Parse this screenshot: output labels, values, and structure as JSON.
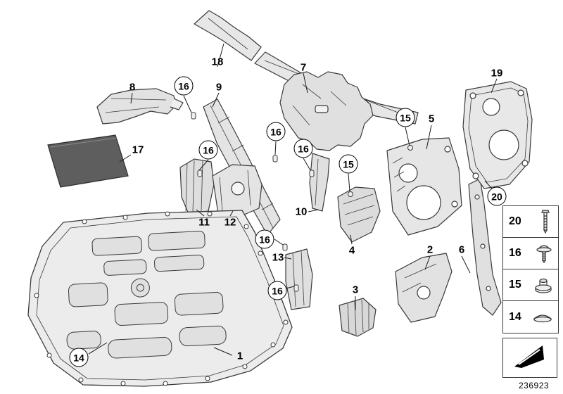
{
  "doc_number": "236923",
  "callouts": [
    {
      "text": "18",
      "circled": false
    },
    {
      "text": "8",
      "circled": false
    },
    {
      "text": "16",
      "circled": true
    },
    {
      "text": "9",
      "circled": false
    },
    {
      "text": "7",
      "circled": false
    },
    {
      "text": "19",
      "circled": false
    },
    {
      "text": "16",
      "circled": true
    },
    {
      "text": "16",
      "circled": true
    },
    {
      "text": "16",
      "circled": true
    },
    {
      "text": "15",
      "circled": true
    },
    {
      "text": "5",
      "circled": false
    },
    {
      "text": "15",
      "circled": true
    },
    {
      "text": "17",
      "circled": false
    },
    {
      "text": "11",
      "circled": false
    },
    {
      "text": "12",
      "circled": false
    },
    {
      "text": "10",
      "circled": false
    },
    {
      "text": "16",
      "circled": true
    },
    {
      "text": "13",
      "circled": false
    },
    {
      "text": "16",
      "circled": true
    },
    {
      "text": "4",
      "circled": false
    },
    {
      "text": "2",
      "circled": false
    },
    {
      "text": "6",
      "circled": false
    },
    {
      "text": "3",
      "circled": false
    },
    {
      "text": "1",
      "circled": false
    },
    {
      "text": "14",
      "circled": true
    },
    {
      "text": "20",
      "circled": true
    }
  ],
  "legend": {
    "items": [
      {
        "label": "20",
        "icon": "screw-icon"
      },
      {
        "label": "16",
        "icon": "flange-screw-icon"
      },
      {
        "label": "15",
        "icon": "nut-icon"
      },
      {
        "label": "14",
        "icon": "cap-icon"
      }
    ]
  },
  "arrow_box": {
    "icon": "direction-arrow-icon"
  }
}
